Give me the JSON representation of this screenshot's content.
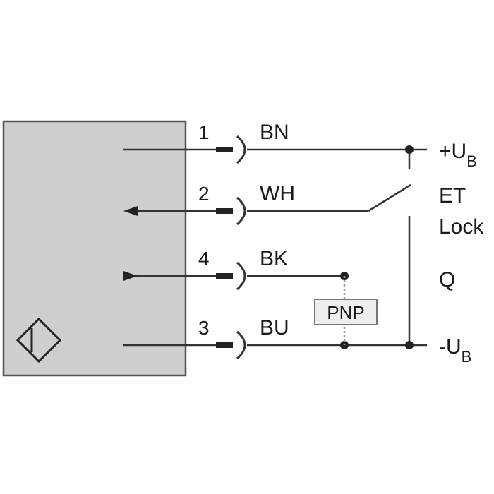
{
  "pins": [
    {
      "number": "1",
      "color_code": "BN"
    },
    {
      "number": "2",
      "color_code": "WH"
    },
    {
      "number": "4",
      "color_code": "BK"
    },
    {
      "number": "3",
      "color_code": "BU"
    }
  ],
  "terminals": {
    "plus_ub": {
      "sign": "+U",
      "sub": "B"
    },
    "minus_ub": {
      "sign": "-U",
      "sub": "B"
    },
    "et": "ET",
    "lock": "Lock",
    "q": "Q"
  },
  "output_type": "PNP",
  "colors": {
    "sensor_body": "#cfcfcf",
    "sensor_border": "#555555",
    "wire": "#333333",
    "pnp_box": "#eeeeee"
  },
  "icons": {
    "sensor_symbol": "diamond-sensor-icon"
  }
}
